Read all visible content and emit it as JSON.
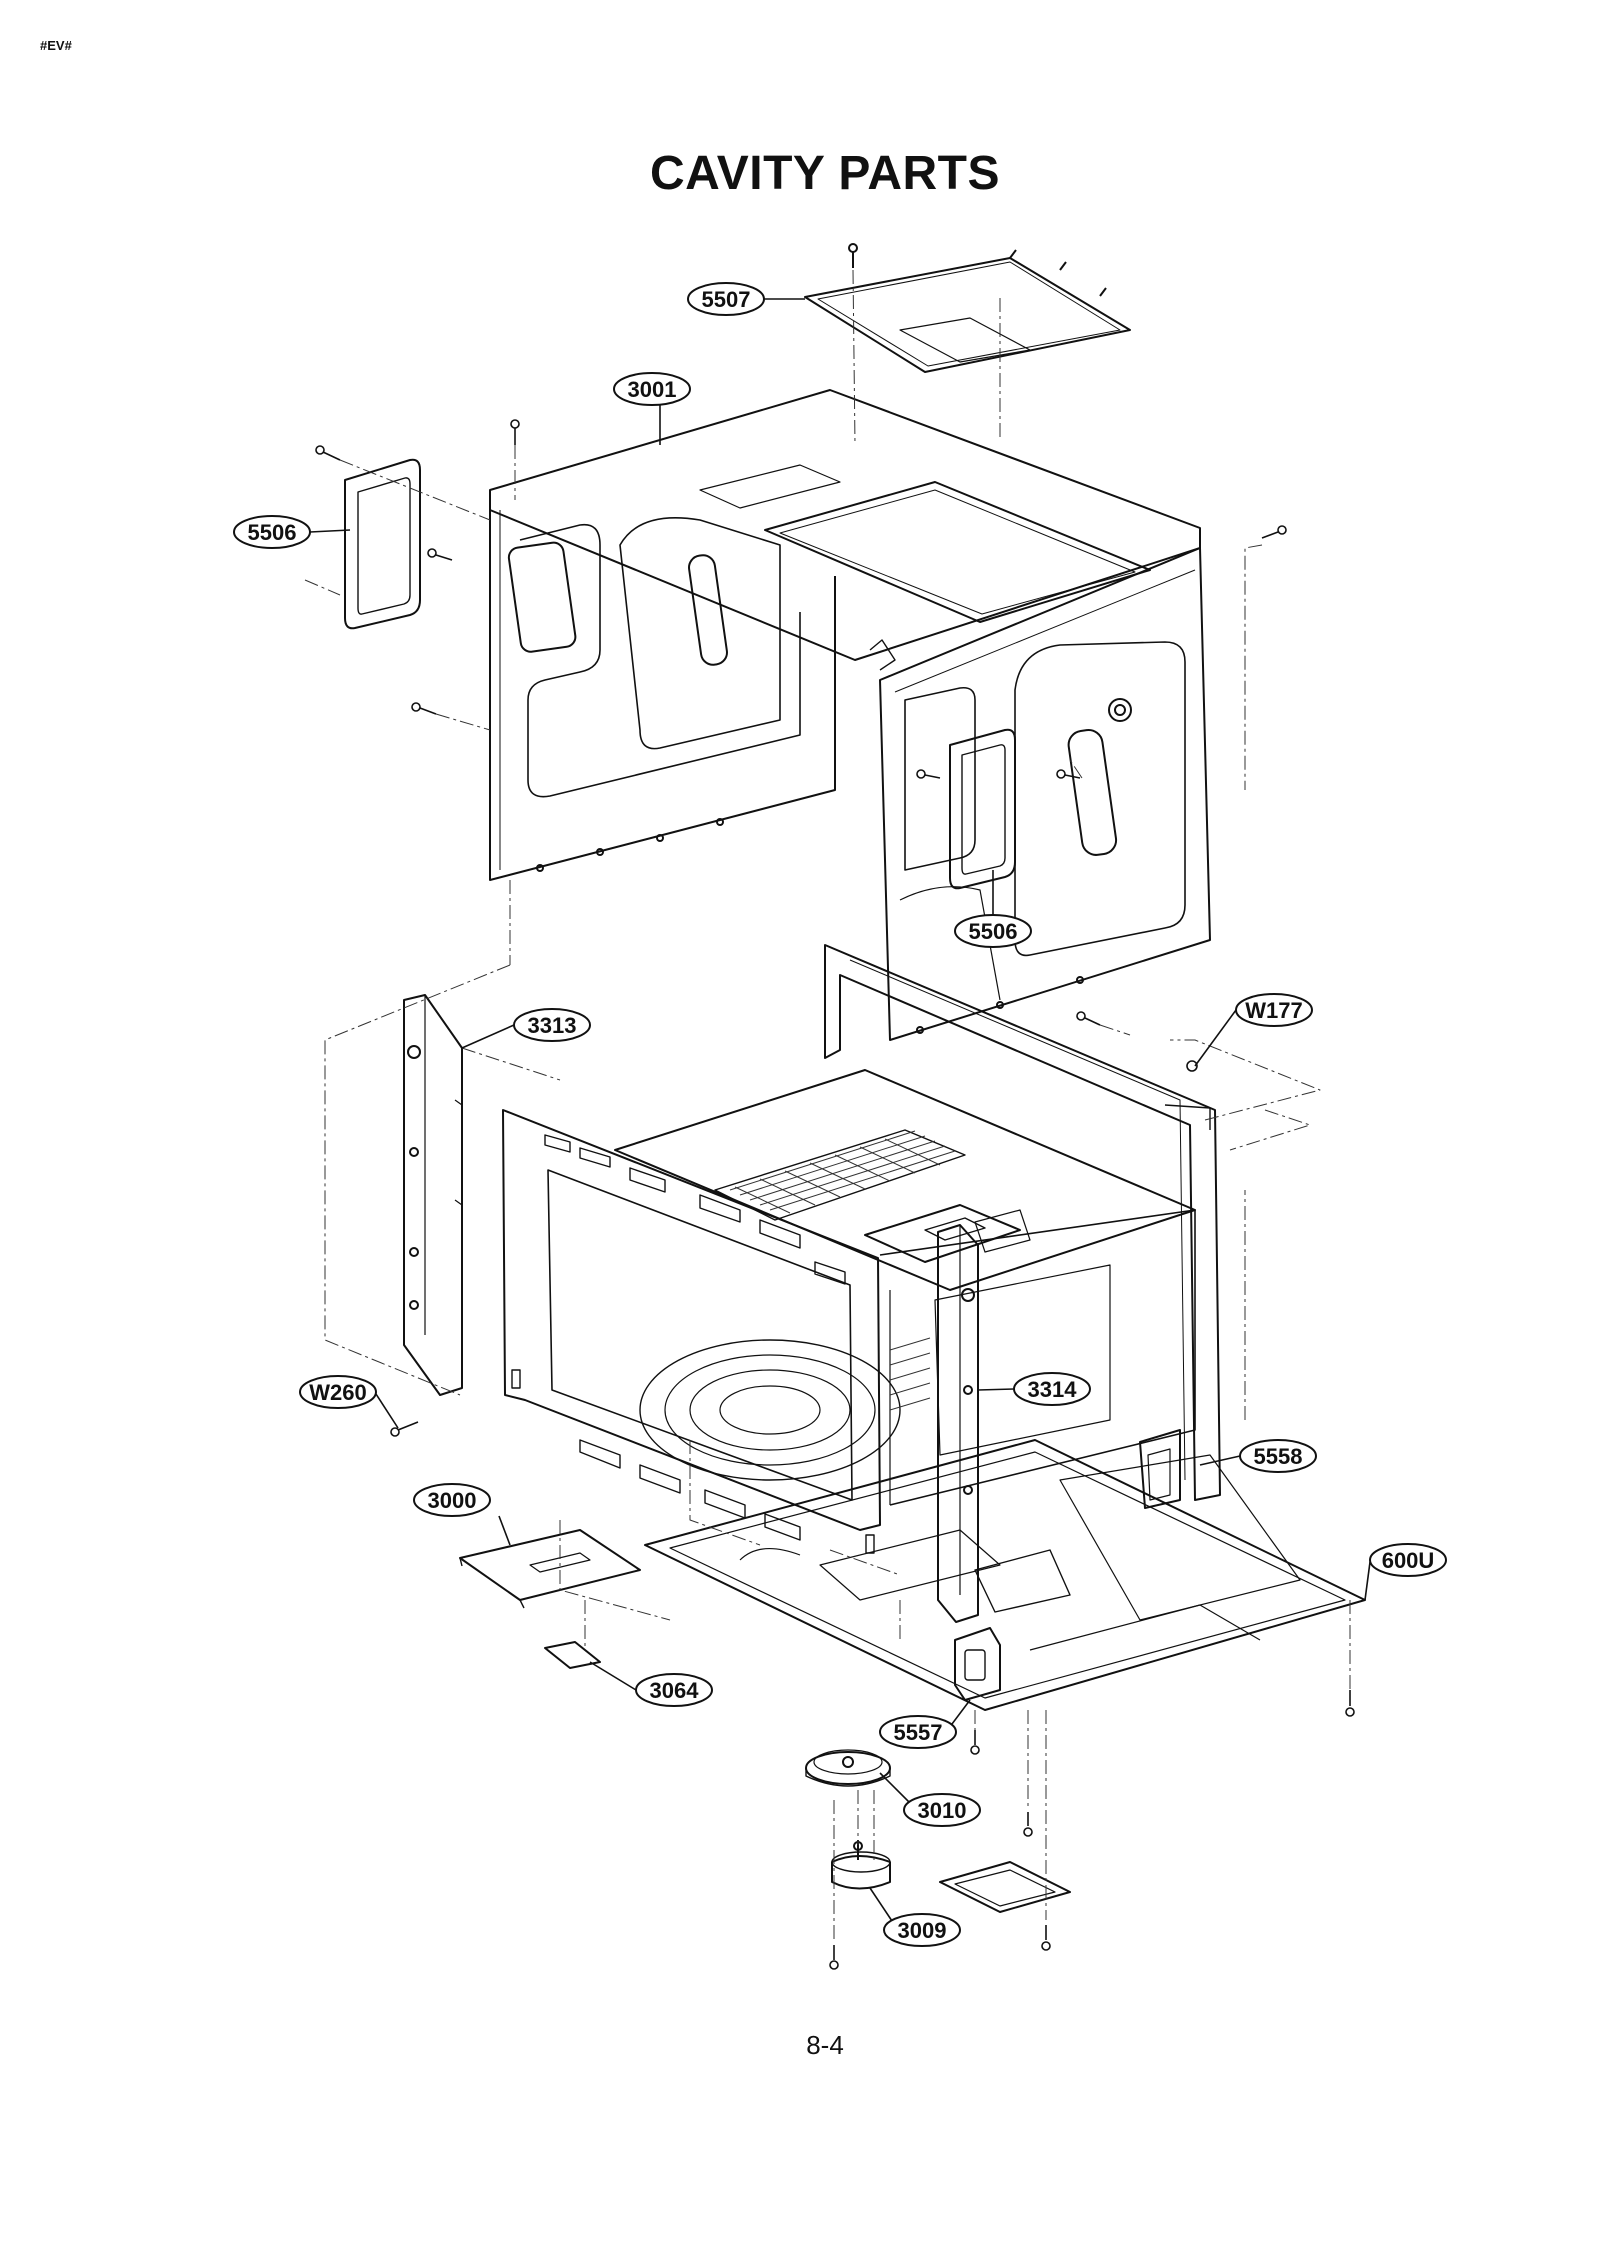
{
  "page_code": "#EV#",
  "title": "CAVITY PARTS",
  "page_number": "8-4",
  "labels": [
    {
      "id": "5507",
      "text": "5507"
    },
    {
      "id": "3001",
      "text": "3001"
    },
    {
      "id": "5506-left",
      "text": "5506"
    },
    {
      "id": "5506-right",
      "text": "5506"
    },
    {
      "id": "3313",
      "text": "3313"
    },
    {
      "id": "W177",
      "text": "W177"
    },
    {
      "id": "W260",
      "text": "W260"
    },
    {
      "id": "3314",
      "text": "3314"
    },
    {
      "id": "5558",
      "text": "5558"
    },
    {
      "id": "3000",
      "text": "3000"
    },
    {
      "id": "600U",
      "text": "600U"
    },
    {
      "id": "3064",
      "text": "3064"
    },
    {
      "id": "5557",
      "text": "5557"
    },
    {
      "id": "3010",
      "text": "3010"
    },
    {
      "id": "3009",
      "text": "3009"
    }
  ]
}
